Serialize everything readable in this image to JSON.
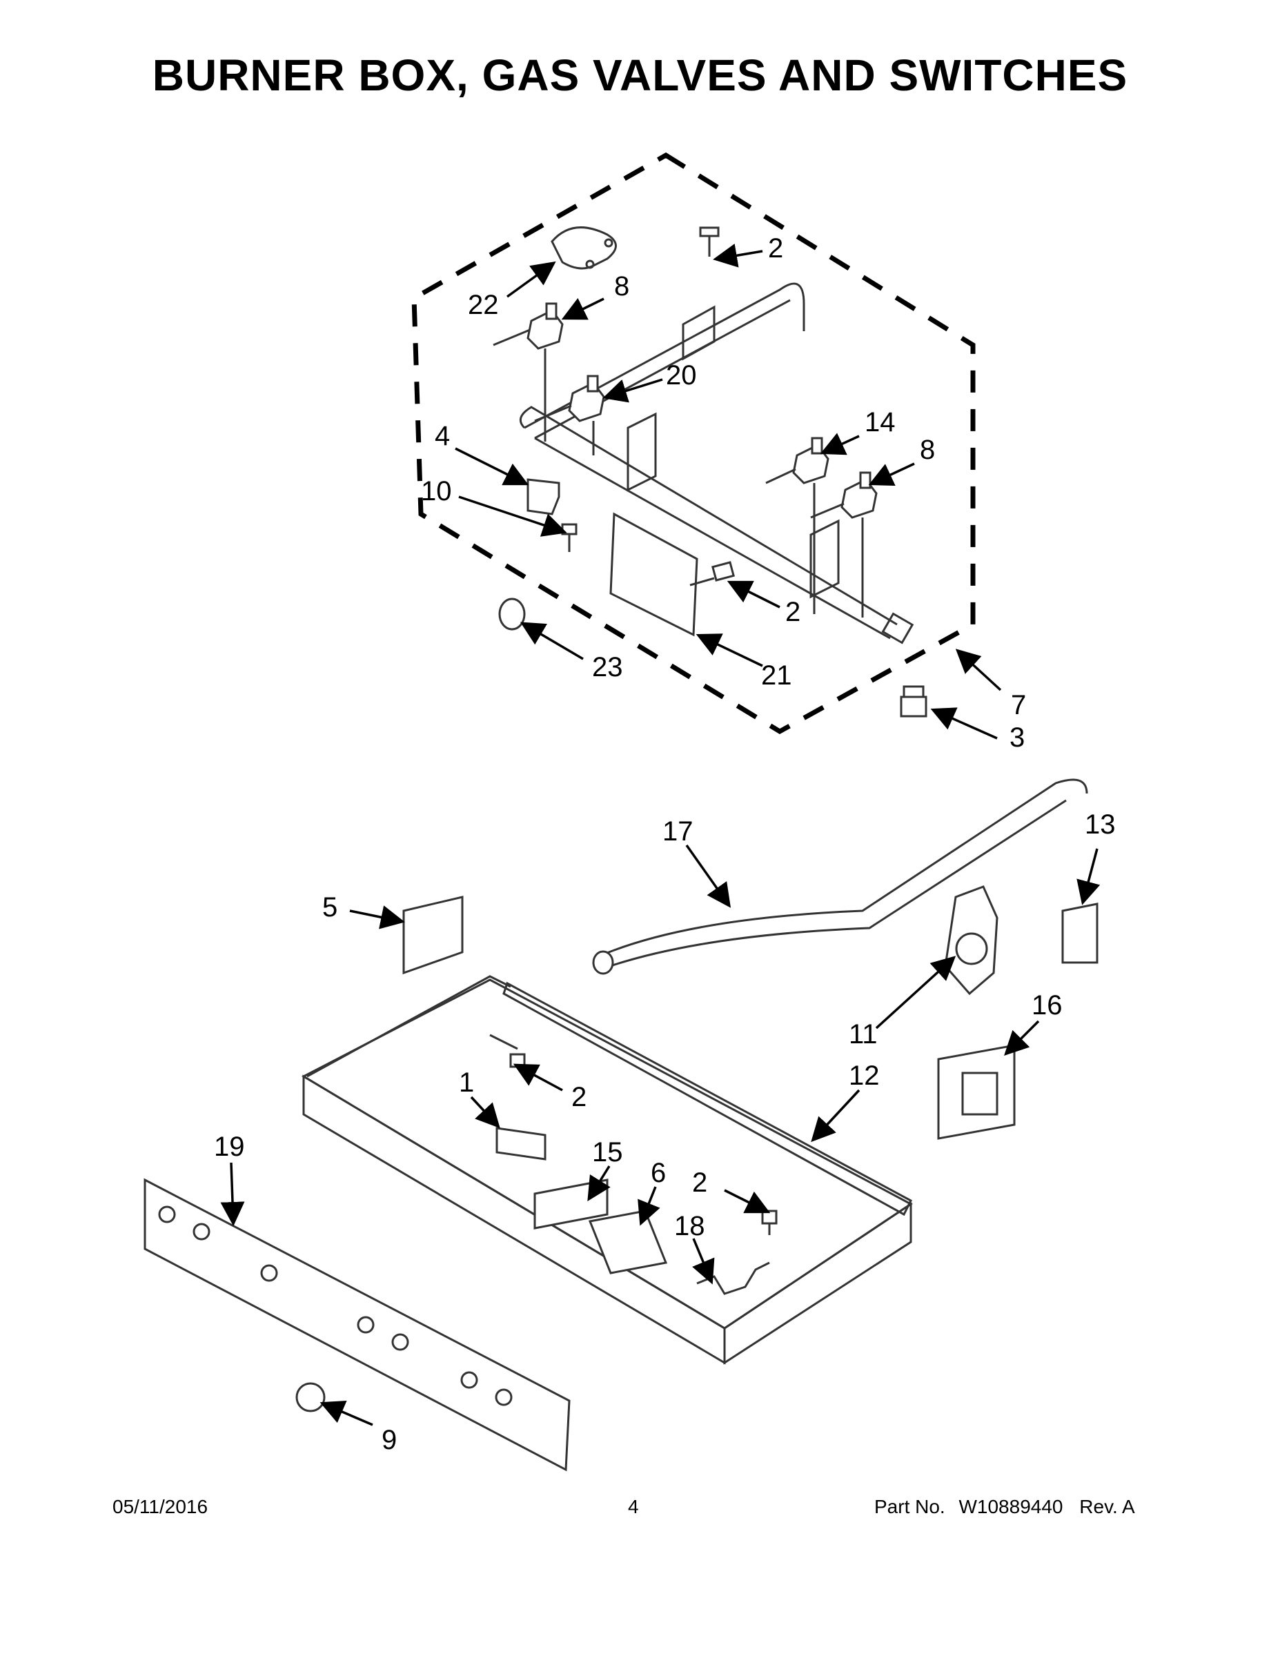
{
  "page": {
    "title": "BURNER BOX, GAS VALVES AND SWITCHES",
    "footer": {
      "date": "05/11/2016",
      "page_number": "4",
      "part_label": "Part No.",
      "part_number": "W10889440",
      "revision": "Rev. A"
    }
  },
  "callouts": {
    "c22": "22",
    "c2a": "2",
    "c8a": "8",
    "c20": "20",
    "c4": "4",
    "c10": "10",
    "c14": "14",
    "c8b": "8",
    "c2b": "2",
    "c23": "23",
    "c21": "21",
    "c7": "7",
    "c3": "3",
    "c17": "17",
    "c13": "13",
    "c5": "5",
    "c11": "11",
    "c16": "16",
    "c2c": "2",
    "c1": "1",
    "c12": "12",
    "c15": "15",
    "c6": "6",
    "c19": "19",
    "c2d": "2",
    "c18": "18",
    "c9": "9"
  },
  "colors": {
    "line": "#000000",
    "background": "#ffffff",
    "part_stroke": "#333333"
  }
}
